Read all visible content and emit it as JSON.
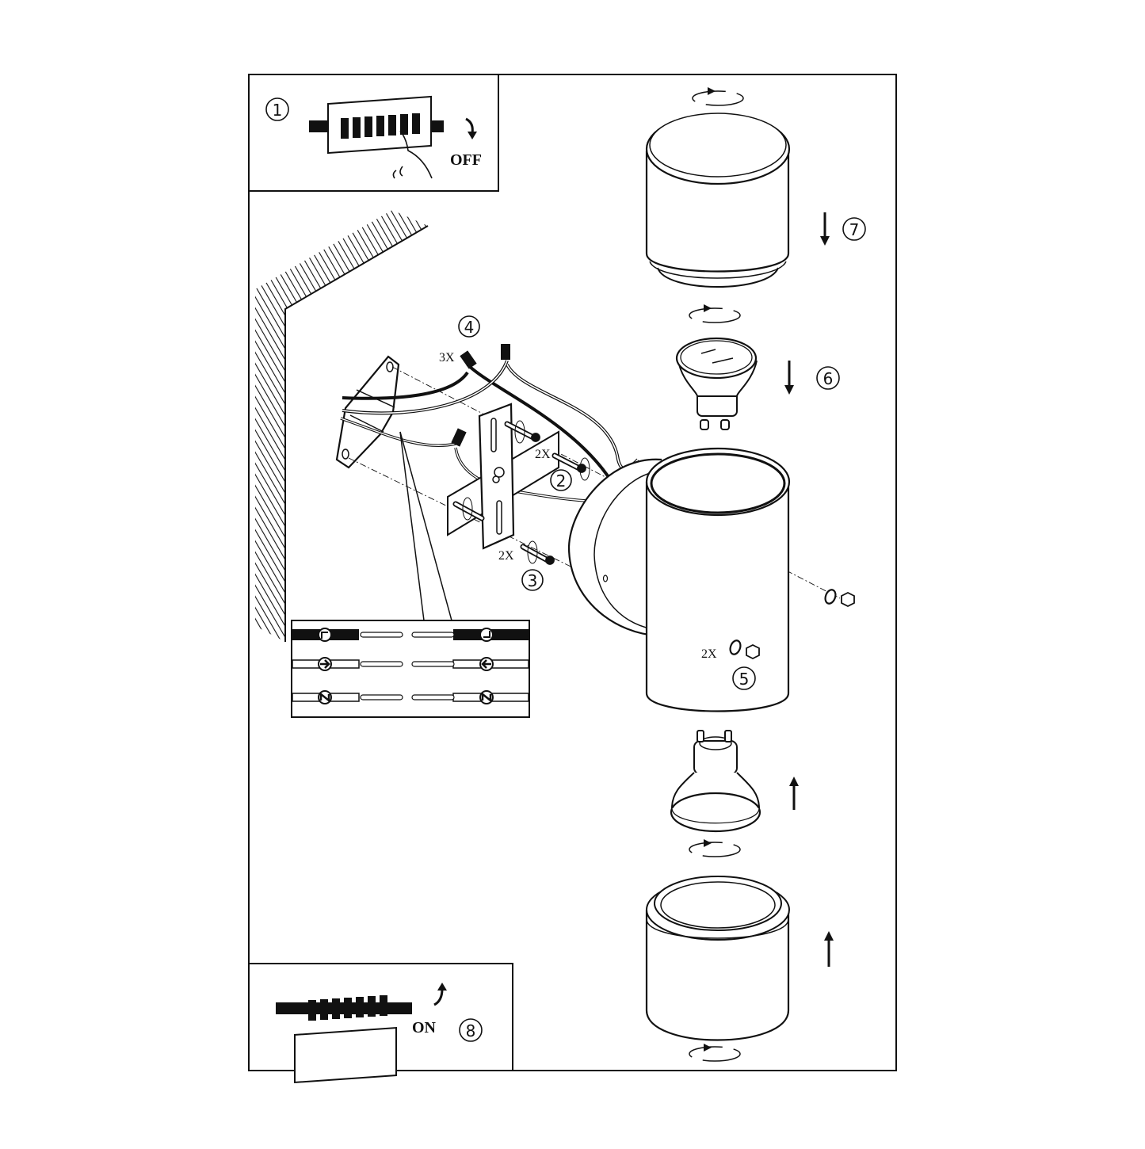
{
  "diagram": {
    "type": "assembly-instructions",
    "subject": "Outdoor up/down wall light with two GU10 bulbs",
    "colors": {
      "line": "#111111",
      "background": "#ffffff"
    }
  },
  "steps": [
    {
      "number": "①",
      "id": "1",
      "label": "OFF",
      "description": "Switch off circuit breaker"
    },
    {
      "number": "②",
      "id": "2",
      "qty": "2X",
      "description": "Screws into bracket"
    },
    {
      "number": "③",
      "id": "3",
      "qty": "2X",
      "description": "Screws fixing bracket to wall"
    },
    {
      "number": "④",
      "id": "4",
      "qty": "3X",
      "description": "Wire connectors"
    },
    {
      "number": "⑤",
      "id": "5",
      "qty": "2X",
      "description": "Washers and cap nuts"
    },
    {
      "number": "⑥",
      "id": "6",
      "description": "Insert GU10 bulb (top)"
    },
    {
      "number": "⑦",
      "id": "7",
      "description": "Screw on top cover"
    },
    {
      "number": "⑧",
      "id": "8",
      "label": "ON",
      "description": "Switch on circuit breaker"
    }
  ],
  "wiring_detail": {
    "rows": [
      {
        "symbol": "earth",
        "wire": "black"
      },
      {
        "symbol": "live",
        "wire": "white"
      },
      {
        "symbol": "neutral",
        "wire": "white"
      }
    ]
  }
}
